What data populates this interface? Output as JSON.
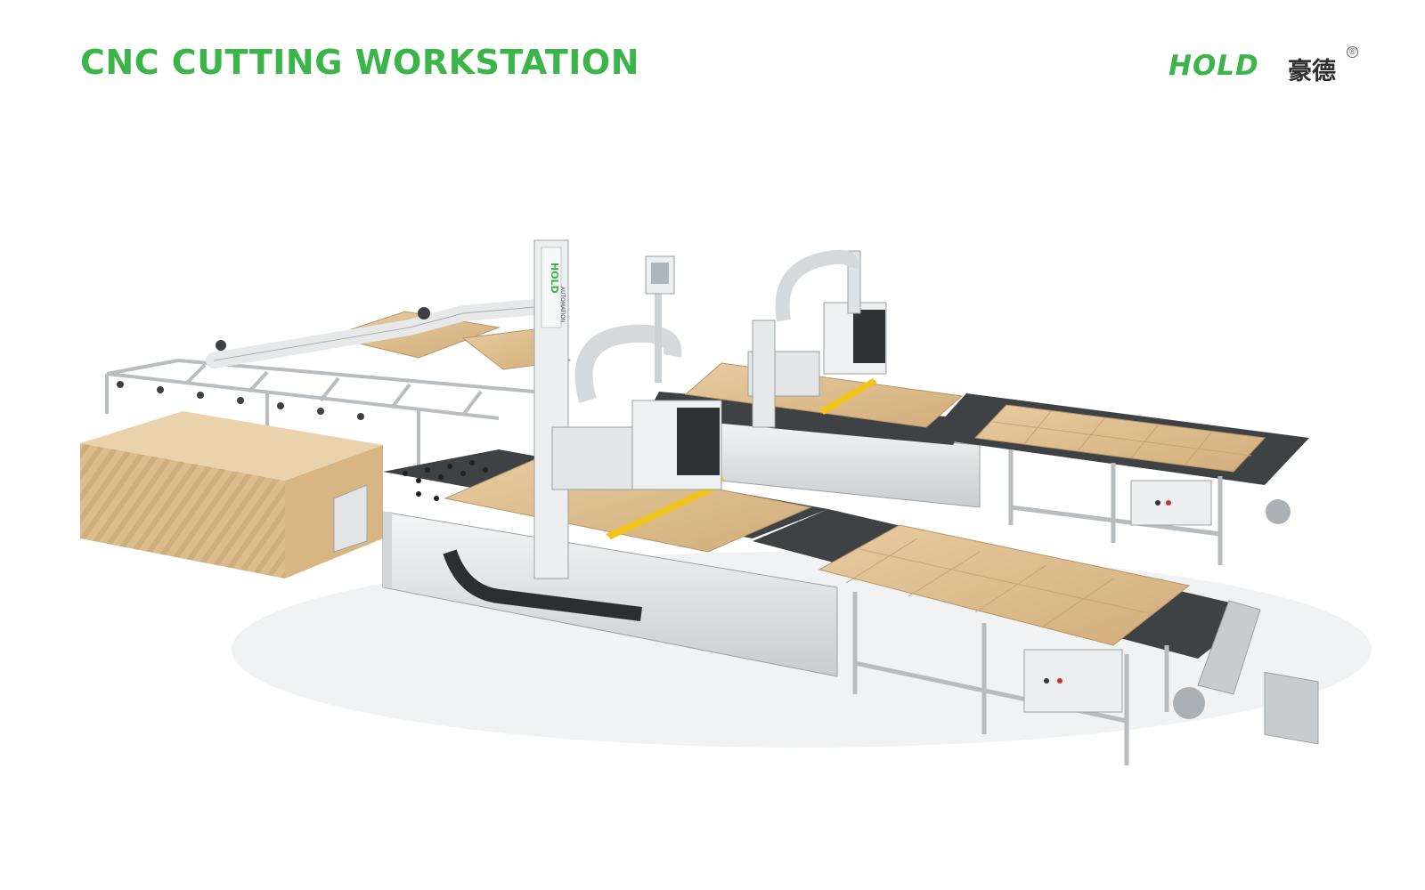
{
  "header": {
    "title": "CNC CUTTING WORKSTATION",
    "logo_latin": "HOLD",
    "logo_cjk": "豪德",
    "logo_registered": "®"
  },
  "machine_branding": {
    "gantry_label": "HOLD",
    "gantry_sublabel": "AUTOMATION"
  },
  "colors": {
    "brand_green": "#3bb54a",
    "machine_white": "#e8eaeb",
    "table_dark": "#3f4245",
    "board_wood": "#d9b98a",
    "rail_yellow": "#f0c419"
  }
}
